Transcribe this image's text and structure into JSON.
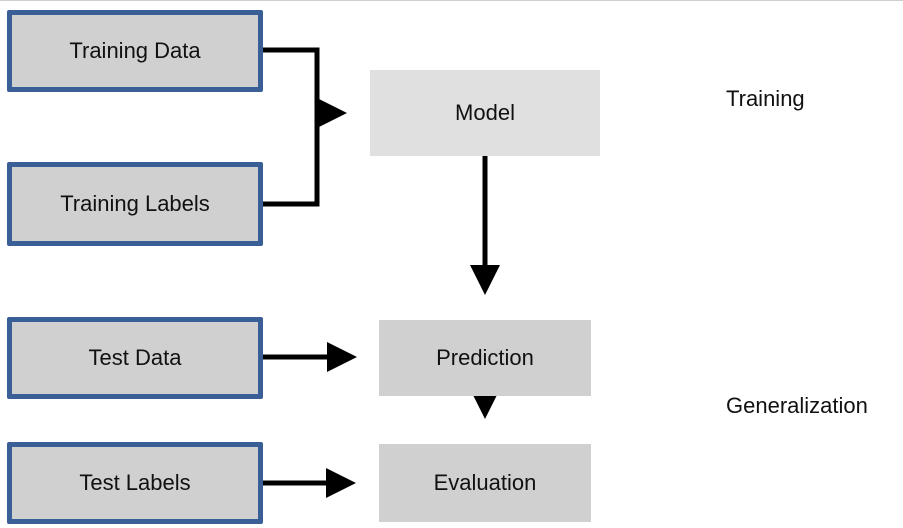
{
  "inputs": {
    "training_data": "Training Data",
    "training_labels": "Training Labels",
    "test_data": "Test Data",
    "test_labels": "Test Labels"
  },
  "process": {
    "model": "Model",
    "prediction": "Prediction",
    "evaluation": "Evaluation"
  },
  "phases": {
    "training": "Training",
    "generalization": "Generalization"
  },
  "colors": {
    "input_border": "#3a5f97",
    "box_fill": "#d0d0d0",
    "model_fill": "#e0e0e0",
    "arrow": "#000000"
  }
}
